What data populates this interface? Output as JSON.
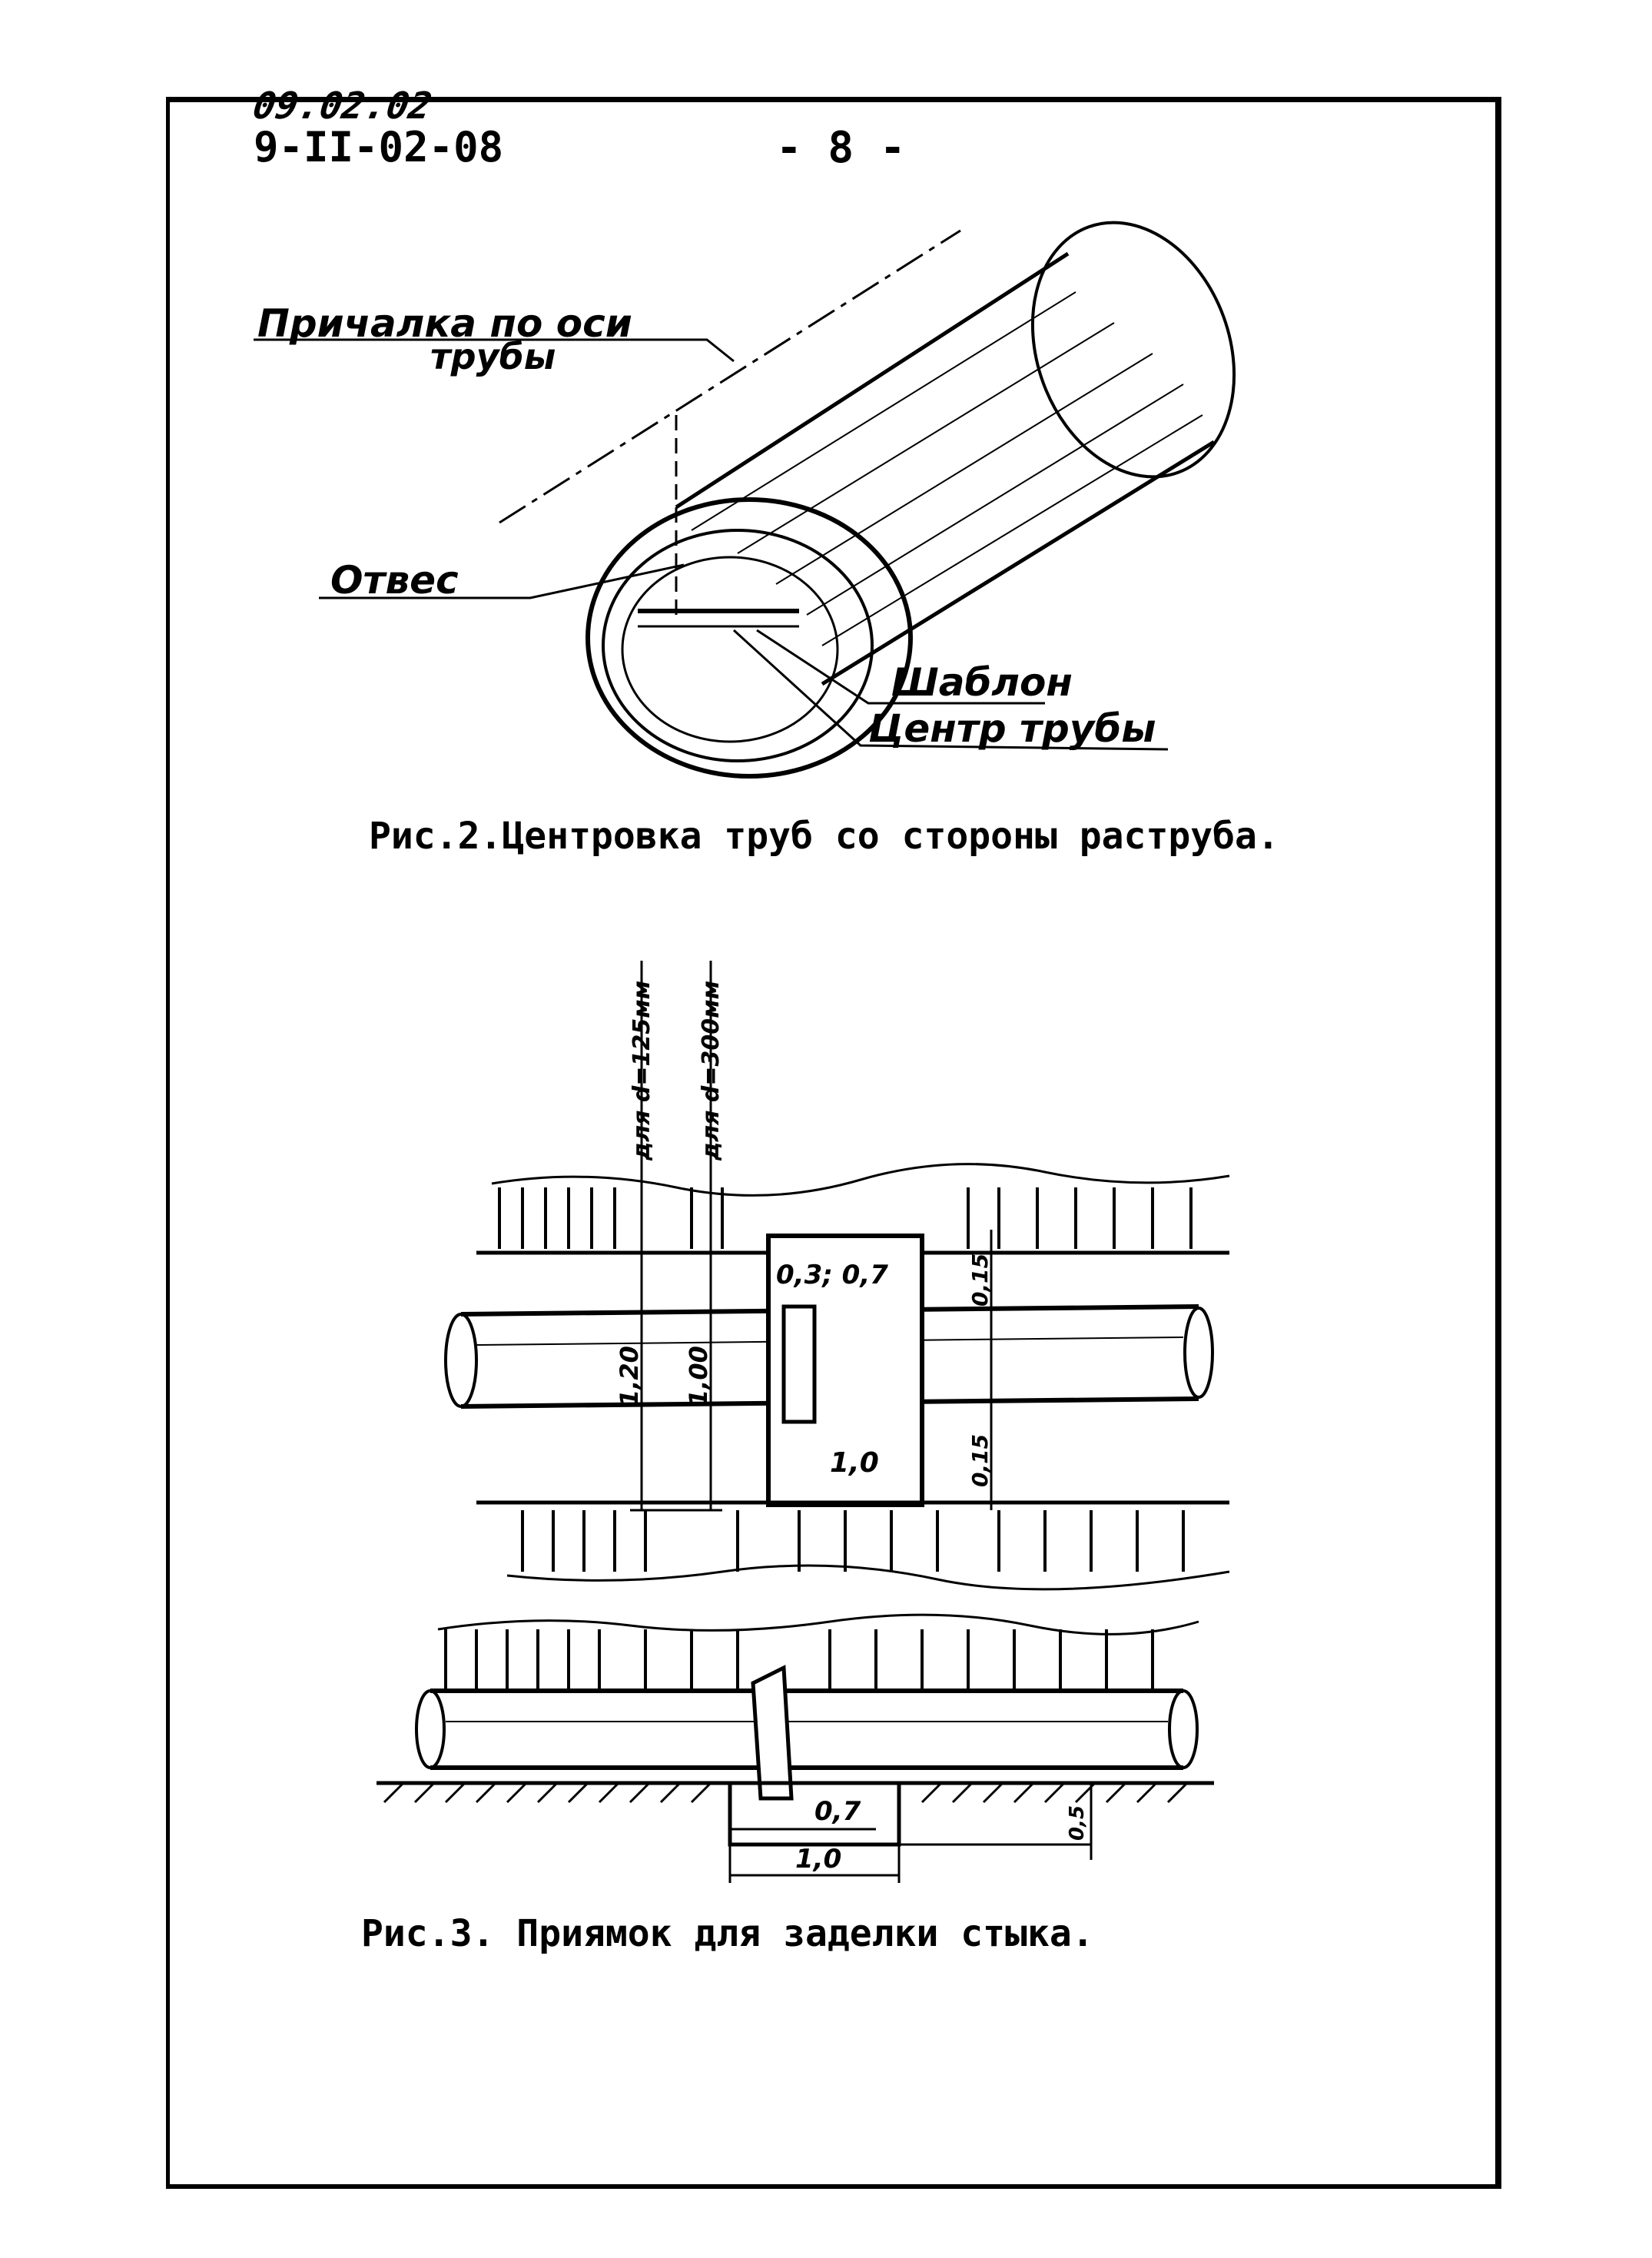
{
  "header": {
    "code_top": "09.02.02",
    "code_main": "9-II-02-08",
    "page_number": "- 8 -"
  },
  "figure2": {
    "label_axis_line_1": "Причалка по оси",
    "label_axis_line_2": "трубы",
    "label_plumb": "Отвес",
    "label_template": "Шаблон",
    "label_center": "Центр трубы",
    "caption": "Рис.2.Центровка труб со стороны раструба."
  },
  "figure3": {
    "dim_d125": "для d=125мм",
    "dim_d300": "для d=300мм",
    "dim_03_07": "0,3; 0,7",
    "dim_015_top": "0,15",
    "dim_120": "1,20",
    "dim_100": "1,00",
    "dim_10": "1,0",
    "dim_015_bottom": "0,15",
    "dim_07_lower": "0,7",
    "dim_10_lower": "1,0",
    "dim_lower_depth": "0,5",
    "caption": "Рис.3. Приямок для заделки стыка."
  }
}
